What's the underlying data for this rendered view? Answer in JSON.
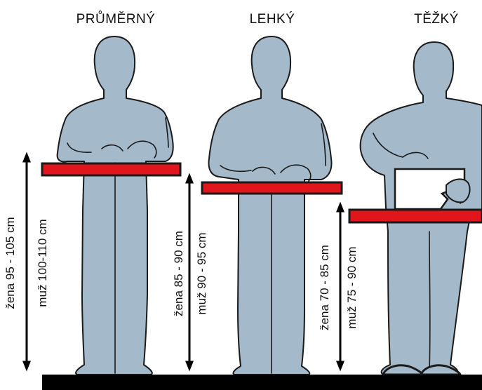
{
  "colors": {
    "figure_fill": "#a4b9c9",
    "outline": "#1a1a1a",
    "worktop": "#e0161c",
    "floor": "#000000",
    "background": "#ffffff"
  },
  "columns": [
    {
      "title": "PRŮMĚRNÝ",
      "label_women": "žena 95 - 105 cm",
      "label_men": "muž 100-110 cm"
    },
    {
      "title": "LEHKÝ",
      "label_women": "žena 85 - 90 cm",
      "label_men": "muž 90 - 95 cm"
    },
    {
      "title": "TĚŽKÝ",
      "label_women": "žena 70 - 85 cm",
      "label_men": "muž 75 - 90 cm"
    }
  ]
}
